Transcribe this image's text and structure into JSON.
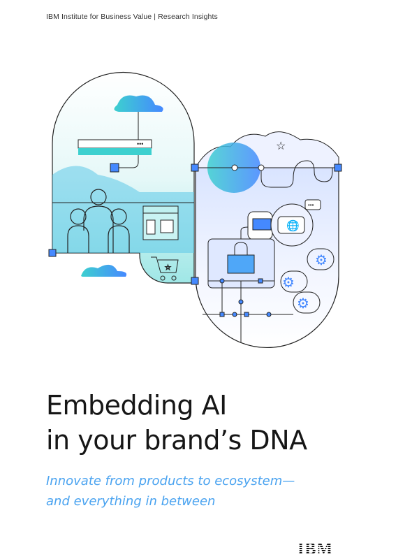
{
  "header": {
    "text": "IBM Institute for Business Value  |  Research Insights"
  },
  "title": {
    "line1": "Embedding AI",
    "line2": "in your brand’s DNA"
  },
  "subtitle": {
    "line1": "Innovate from products to ecosystem—",
    "line2": "and everything in between"
  },
  "logo": {
    "text": "IBM"
  },
  "colors": {
    "accent": "#4aa3f0",
    "teal": "#3dd0cf",
    "blue": "#4589ff",
    "ink": "#161616"
  }
}
